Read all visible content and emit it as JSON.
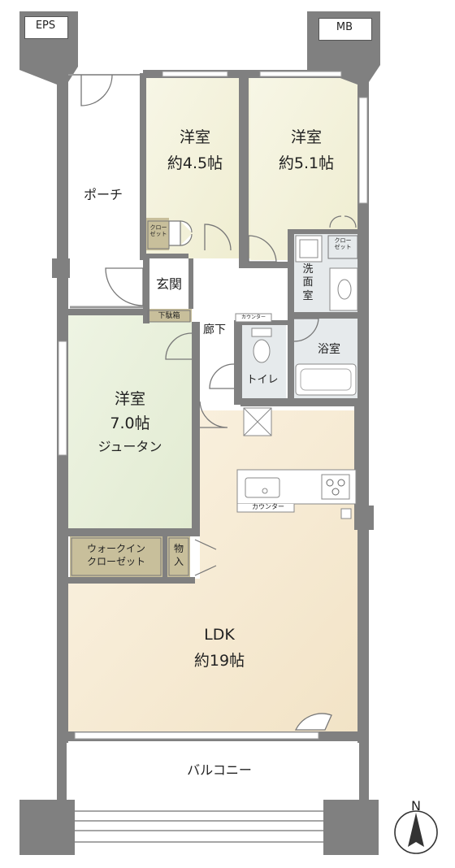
{
  "labels": {
    "eps": "EPS",
    "mb": "MB",
    "porch": "ポーチ",
    "room1_title": "洋室",
    "room1_size": "約4.5帖",
    "room2_title": "洋室",
    "room2_size": "約5.1帖",
    "room3_title": "洋室",
    "room3_size": "7.0帖",
    "room3_floor": "ジュータン",
    "closet1": "クロー\nゼット",
    "closet2": "クロー\nゼット",
    "entrance": "玄関",
    "shoe_box": "下駄箱",
    "hallway": "廊下",
    "counter_small": "カウンター",
    "washroom": "洗\n面\n室",
    "bathroom": "浴室",
    "toilet": "トイレ",
    "kitchen_counter": "カウンター",
    "wic": "ウォークイン\nクローゼット",
    "storage": "物\n入",
    "ldk_title": "LDK",
    "ldk_size": "約19帖",
    "balcony": "バルコニー",
    "north": "N"
  },
  "colors": {
    "wall": "#808080",
    "western_room": "#f3f1dd",
    "green_room": "#e8f0dc",
    "ldk": "#f6ebd6",
    "closet": "#c9bf9c",
    "wet_area": "#dde1e4",
    "balcony": "#ffffff"
  }
}
